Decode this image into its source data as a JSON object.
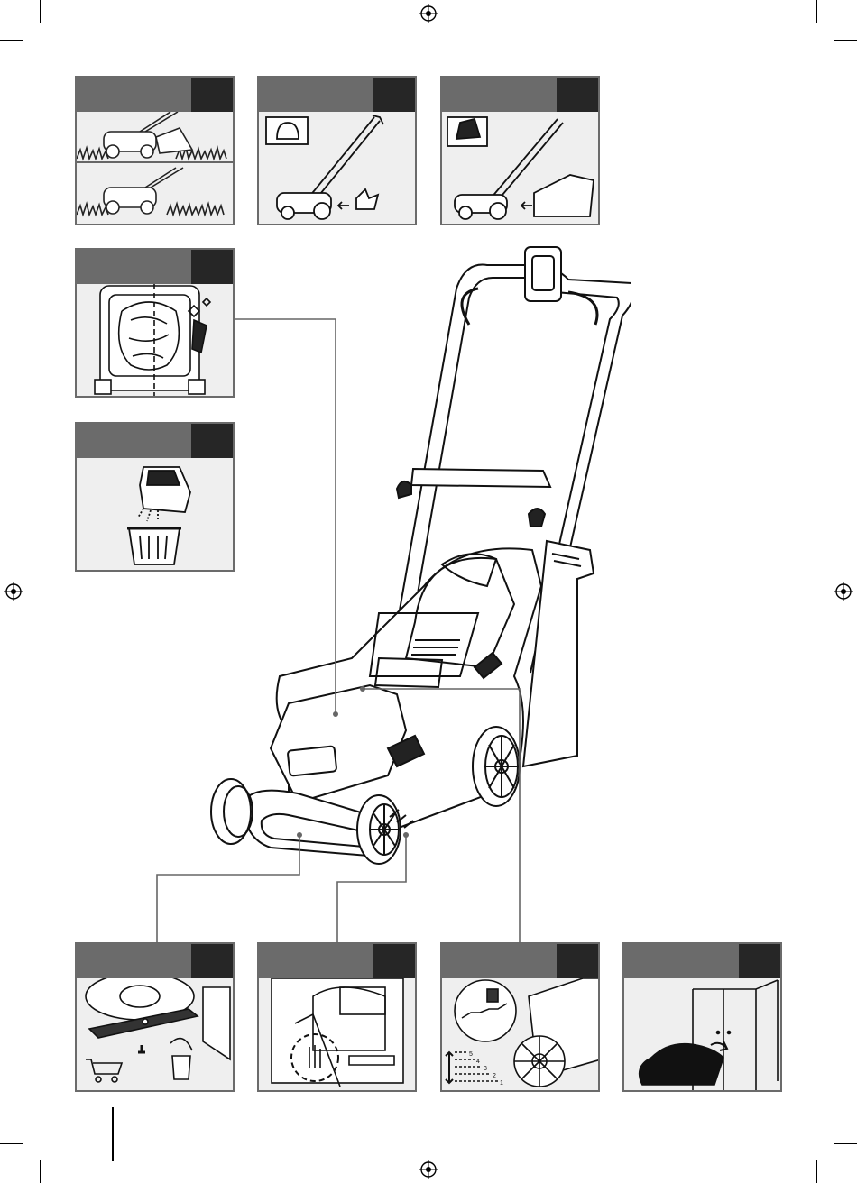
{
  "colors": {
    "panel_header": "#6b6b6b",
    "panel_tag": "#262626",
    "panel_body": "#efefef",
    "line": "#111111"
  },
  "illustration": {
    "steps": {
      "bottom_left": [
        "1",
        "2",
        "3",
        "4",
        "5"
      ]
    }
  },
  "icons": {
    "registration_marks": [
      "registration-mark-icon"
    ],
    "panels": [
      "mulch-vs-collect-icon",
      "mulch-plug-icon",
      "grass-box-attach-icon",
      "cleaning-icon",
      "empty-bin-icon",
      "blade-replacement-icon",
      "motor-vent-icon",
      "height-adjust-icon",
      "storage-icon"
    ]
  }
}
